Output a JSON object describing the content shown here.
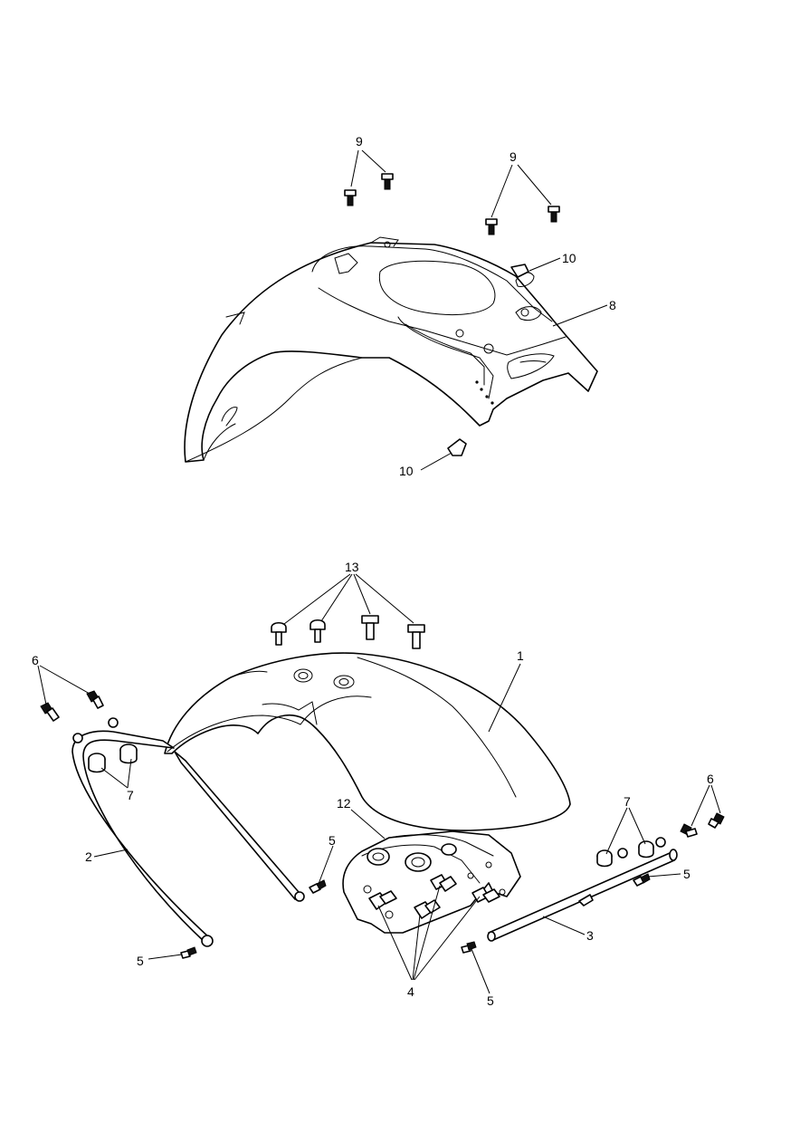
{
  "labels": {
    "l9a": "9",
    "l9b": "9",
    "l10a": "10",
    "l8": "8",
    "l10b": "10",
    "l13": "13",
    "l1": "1",
    "l6a": "6",
    "l7a": "7",
    "l2": "2",
    "l5a": "5",
    "l12": "12",
    "l5b": "5",
    "l4": "4",
    "l5c": "5",
    "l6b": "6",
    "l7b": "7",
    "l5d": "5",
    "l3": "3"
  },
  "colors": {
    "line": "#000000",
    "background": "#ffffff"
  }
}
